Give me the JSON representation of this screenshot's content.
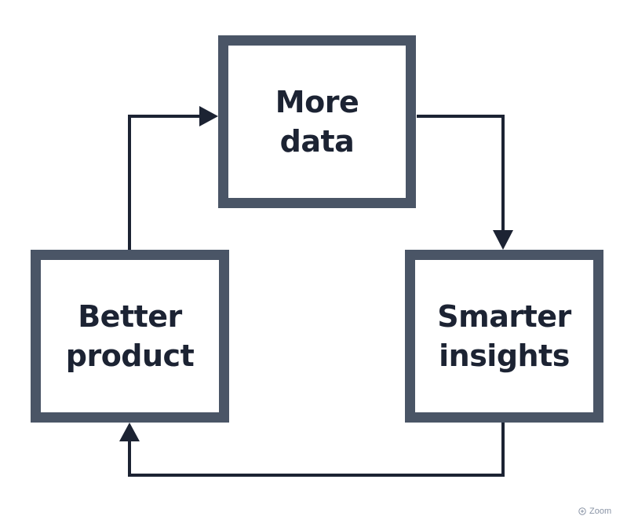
{
  "diagram": {
    "type": "cycle",
    "colors": {
      "box_border": "#4a5566",
      "arrow": "#1c2333",
      "text": "#1c2333"
    },
    "nodes": [
      {
        "id": "more-data",
        "label": "More\ndata"
      },
      {
        "id": "smarter-insights",
        "label": "Smarter\ninsights"
      },
      {
        "id": "better-product",
        "label": "Better\nproduct"
      }
    ],
    "edges": [
      {
        "from": "more-data",
        "to": "smarter-insights"
      },
      {
        "from": "smarter-insights",
        "to": "better-product"
      },
      {
        "from": "better-product",
        "to": "more-data"
      }
    ]
  },
  "zoom": {
    "label": "Zoom",
    "icon": "zoom-in-icon"
  }
}
